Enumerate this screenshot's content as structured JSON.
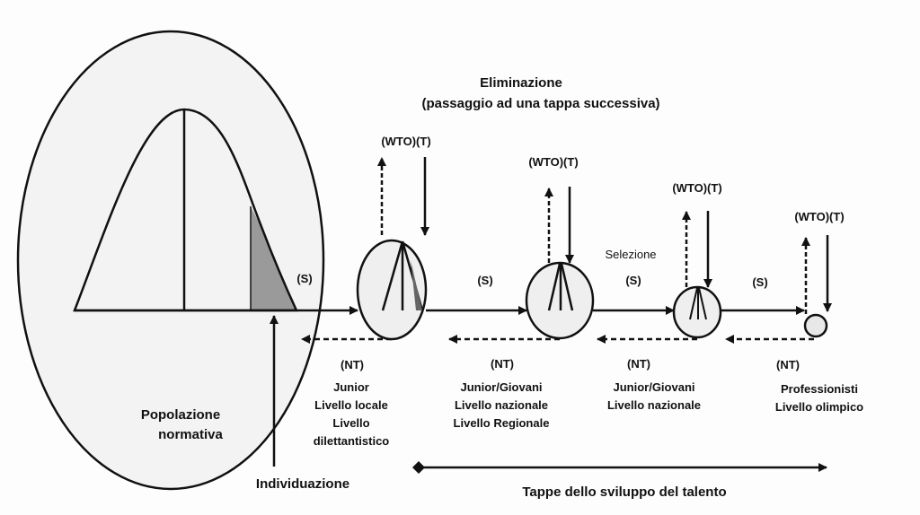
{
  "title": {
    "line1": "Eliminazione",
    "line2": "(passaggio ad una tappa successiva)"
  },
  "wto_label": "(WTO)(T)",
  "s_label": "(S)",
  "nt_label": "(NT)",
  "selection_label": "Selezione",
  "population": {
    "line1": "Popolazione",
    "line2": "normativa"
  },
  "identification": "Individuazione",
  "axis_label": "Tappe dello sviluppo del talento",
  "stages": [
    {
      "lines": [
        "Junior",
        "Livello locale",
        "Livello",
        "dilettantistico"
      ]
    },
    {
      "lines": [
        "Junior/Giovani",
        "Livello nazionale",
        "Livello Regionale"
      ]
    },
    {
      "lines": [
        "Junior/Giovani",
        "Livello nazionale"
      ]
    },
    {
      "lines": [
        "Professionisti",
        "Livello olimpico"
      ]
    }
  ],
  "colors": {
    "line": "#111111",
    "shade": "#9a9a9a",
    "fill": "#eeeeee"
  }
}
